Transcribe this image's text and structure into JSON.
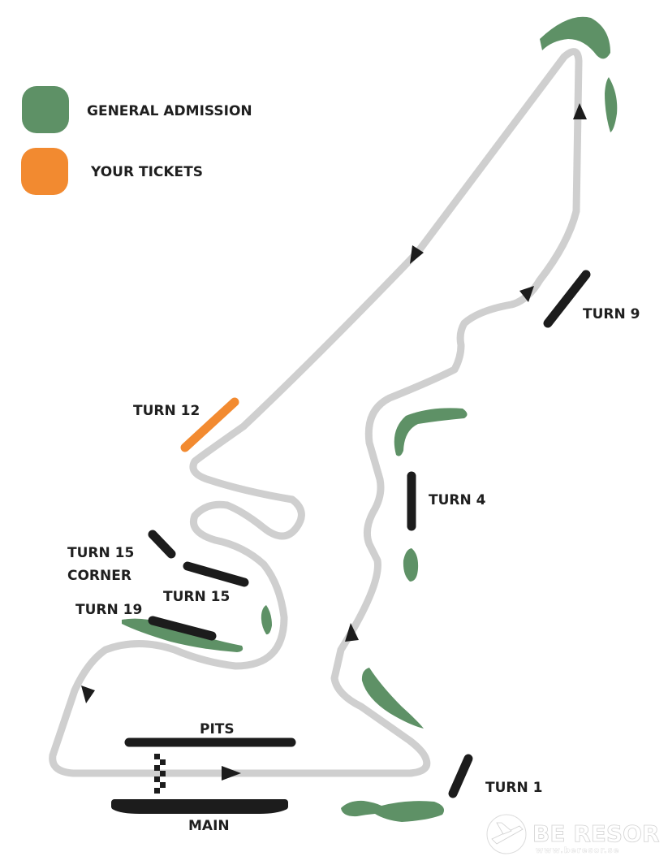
{
  "colors": {
    "general_admission": "#5e9166",
    "your_tickets": "#f28a30",
    "track": "#cfcfcf",
    "stand": "#1c1c1c",
    "label": "#1f1f1f"
  },
  "legend": [
    {
      "label": "GENERAL ADMISSION",
      "color": "#5e9166"
    },
    {
      "label": "YOUR TICKETS",
      "color": "#f28a30"
    }
  ],
  "labels": {
    "turn_9": "TURN 9",
    "turn_12": "TURN 12",
    "turn_4": "TURN 4",
    "turn_15_corner_1": "TURN 15",
    "turn_15_corner_2": "CORNER",
    "turn_15": "TURN 15",
    "turn_19": "TURN 19",
    "pits": "PITS",
    "main": "MAIN",
    "turn_1": "TURN 1"
  },
  "brand": {
    "name": "BE RESOR",
    "url": "www.beresor.se",
    "icon": "globe-plane-icon"
  }
}
